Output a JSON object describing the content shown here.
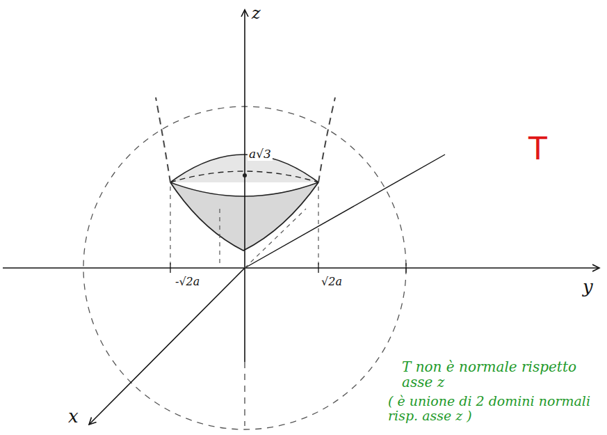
{
  "diagram": {
    "labels": [
      "z",
      "y",
      "x",
      "a√3",
      "-√2a",
      "√2a",
      "T",
      "T non è normale rispetto asse z",
      "( è unione di 2 domini normali risp. asse z )"
    ]
  }
}
